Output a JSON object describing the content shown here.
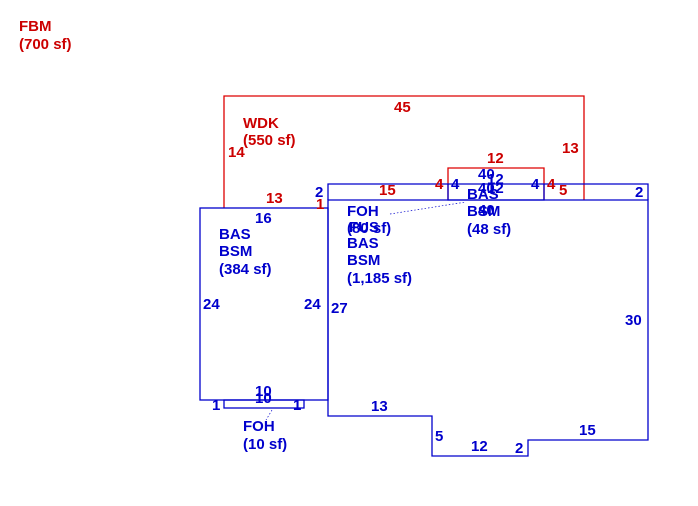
{
  "colors": {
    "red": "#cc0000",
    "blue": "#0000cc",
    "background": "#ffffff"
  },
  "areas": {
    "fbm": {
      "code": "FBM",
      "size": "(700 sf)"
    },
    "wdk": {
      "code": "WDK",
      "size": "(550 sf)"
    },
    "bas_left": {
      "line1": "BAS",
      "line2": "BSM",
      "size": "(384 sf)"
    },
    "foh_bottom": {
      "code": "FOH",
      "size": "(10 sf)"
    },
    "foh_main": {
      "code": "FOH",
      "size": "(80 sf)"
    },
    "bas_main": {
      "overlap": "FUS",
      "line1": "BAS",
      "line2": "BSM",
      "size": "(1,185 sf)"
    },
    "bas_small": {
      "line1": "BAS",
      "line2": "BSM",
      "size": "(48 sf)"
    }
  },
  "dimensions": {
    "wdk_top": "45",
    "wdk_left": "14",
    "wdk_right": "13",
    "wdk_inner_left": "13",
    "wdk_step": "1",
    "wdk_mid": "15",
    "wdk_notch_top": "12",
    "wdk_notch_left": "4",
    "wdk_notch_right": "4",
    "wdk_right_bottom": "5",
    "foh_left_end": "2",
    "foh_right_end": "2",
    "foh_notch_left": "4",
    "foh_notch_right": "4",
    "small_top": "40",
    "small_top2": "12",
    "small_mid": "40",
    "small_mid2": "12",
    "small_bottom": "40",
    "bas_top": "16",
    "bas_left_side": "24",
    "bas_right_side": "24",
    "bas_bottom_left": "1",
    "bas_bottom_right": "1",
    "foh_bottom_top": "10",
    "foh_bottom_bottom": "10",
    "main_left": "27",
    "main_right": "30",
    "main_bottom_left": "13",
    "main_jog": "5",
    "main_bottom_mid": "12",
    "main_step": "2",
    "main_bottom_right": "15"
  }
}
